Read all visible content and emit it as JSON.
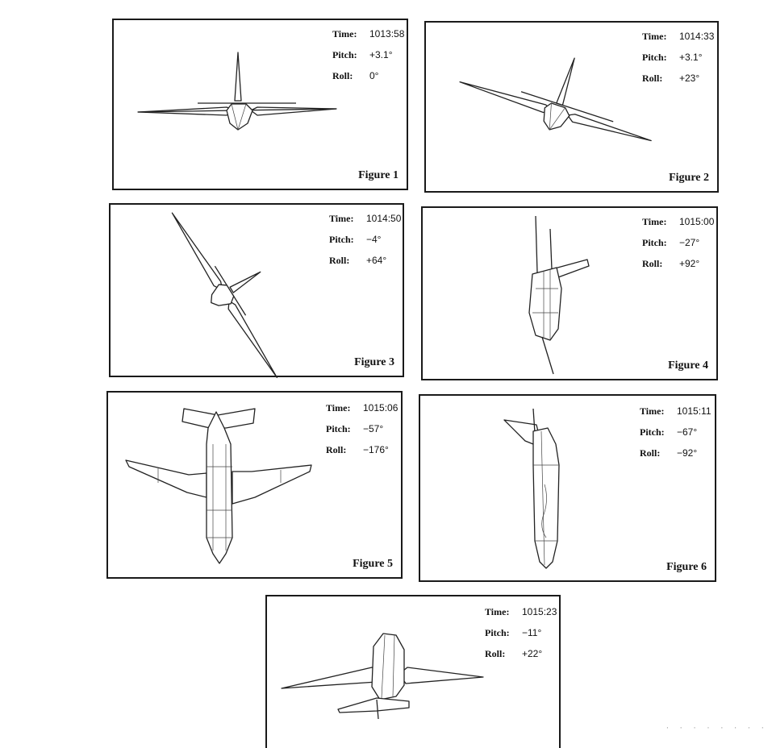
{
  "figures": [
    {
      "time_label": "Time:",
      "time": "1013:58",
      "pitch_label": "Pitch:",
      "pitch": "+3.1°",
      "roll_label": "Roll:",
      "roll": "0°",
      "caption": "Figure 1"
    },
    {
      "time_label": "Time:",
      "time": "1014:33",
      "pitch_label": "Pitch:",
      "pitch": "+3.1°",
      "roll_label": "Roll:",
      "roll": "+23°",
      "caption": "Figure 2"
    },
    {
      "time_label": "Time:",
      "time": "1014:50",
      "pitch_label": "Pitch:",
      "pitch": "−4°",
      "roll_label": "Roll:",
      "roll": "+64°",
      "caption": "Figure 3"
    },
    {
      "time_label": "Time:",
      "time": "1015:00",
      "pitch_label": "Pitch:",
      "pitch": "−27°",
      "roll_label": "Roll:",
      "roll": "+92°",
      "caption": "Figure 4"
    },
    {
      "time_label": "Time:",
      "time": "1015:06",
      "pitch_label": "Pitch:",
      "pitch": "−57°",
      "roll_label": "Roll:",
      "roll": "−176°",
      "caption": "Figure 5"
    },
    {
      "time_label": "Time:",
      "time": "1015:11",
      "pitch_label": "Pitch:",
      "pitch": "−67°",
      "roll_label": "Roll:",
      "roll": "−92°",
      "caption": "Figure 6"
    },
    {
      "time_label": "Time:",
      "time": "1015:23",
      "pitch_label": "Pitch:",
      "pitch": "−11°",
      "roll_label": "Roll:",
      "roll": "+22°",
      "caption": ""
    }
  ],
  "footer_mark": "· · ·   · ·   · · ·"
}
